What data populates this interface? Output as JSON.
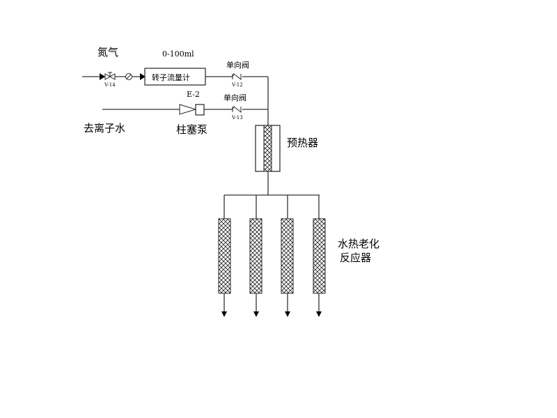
{
  "labels": {
    "nitrogen": "氮气",
    "flow_range": "0-100ml",
    "flowmeter": "转子流量计",
    "check_valve_1": "单向阀",
    "check_valve_2": "单向阀",
    "valve_v14": "V-14",
    "valve_v12": "V-12",
    "valve_v13": "V-13",
    "pump_id": "E-2",
    "pump": "柱塞泵",
    "deionized_water": "去离子水",
    "preheater": "预热器",
    "reactor_line1": "水热老化",
    "reactor_line2": "反应器"
  },
  "colors": {
    "line": "#333333",
    "background": "#ffffff"
  }
}
